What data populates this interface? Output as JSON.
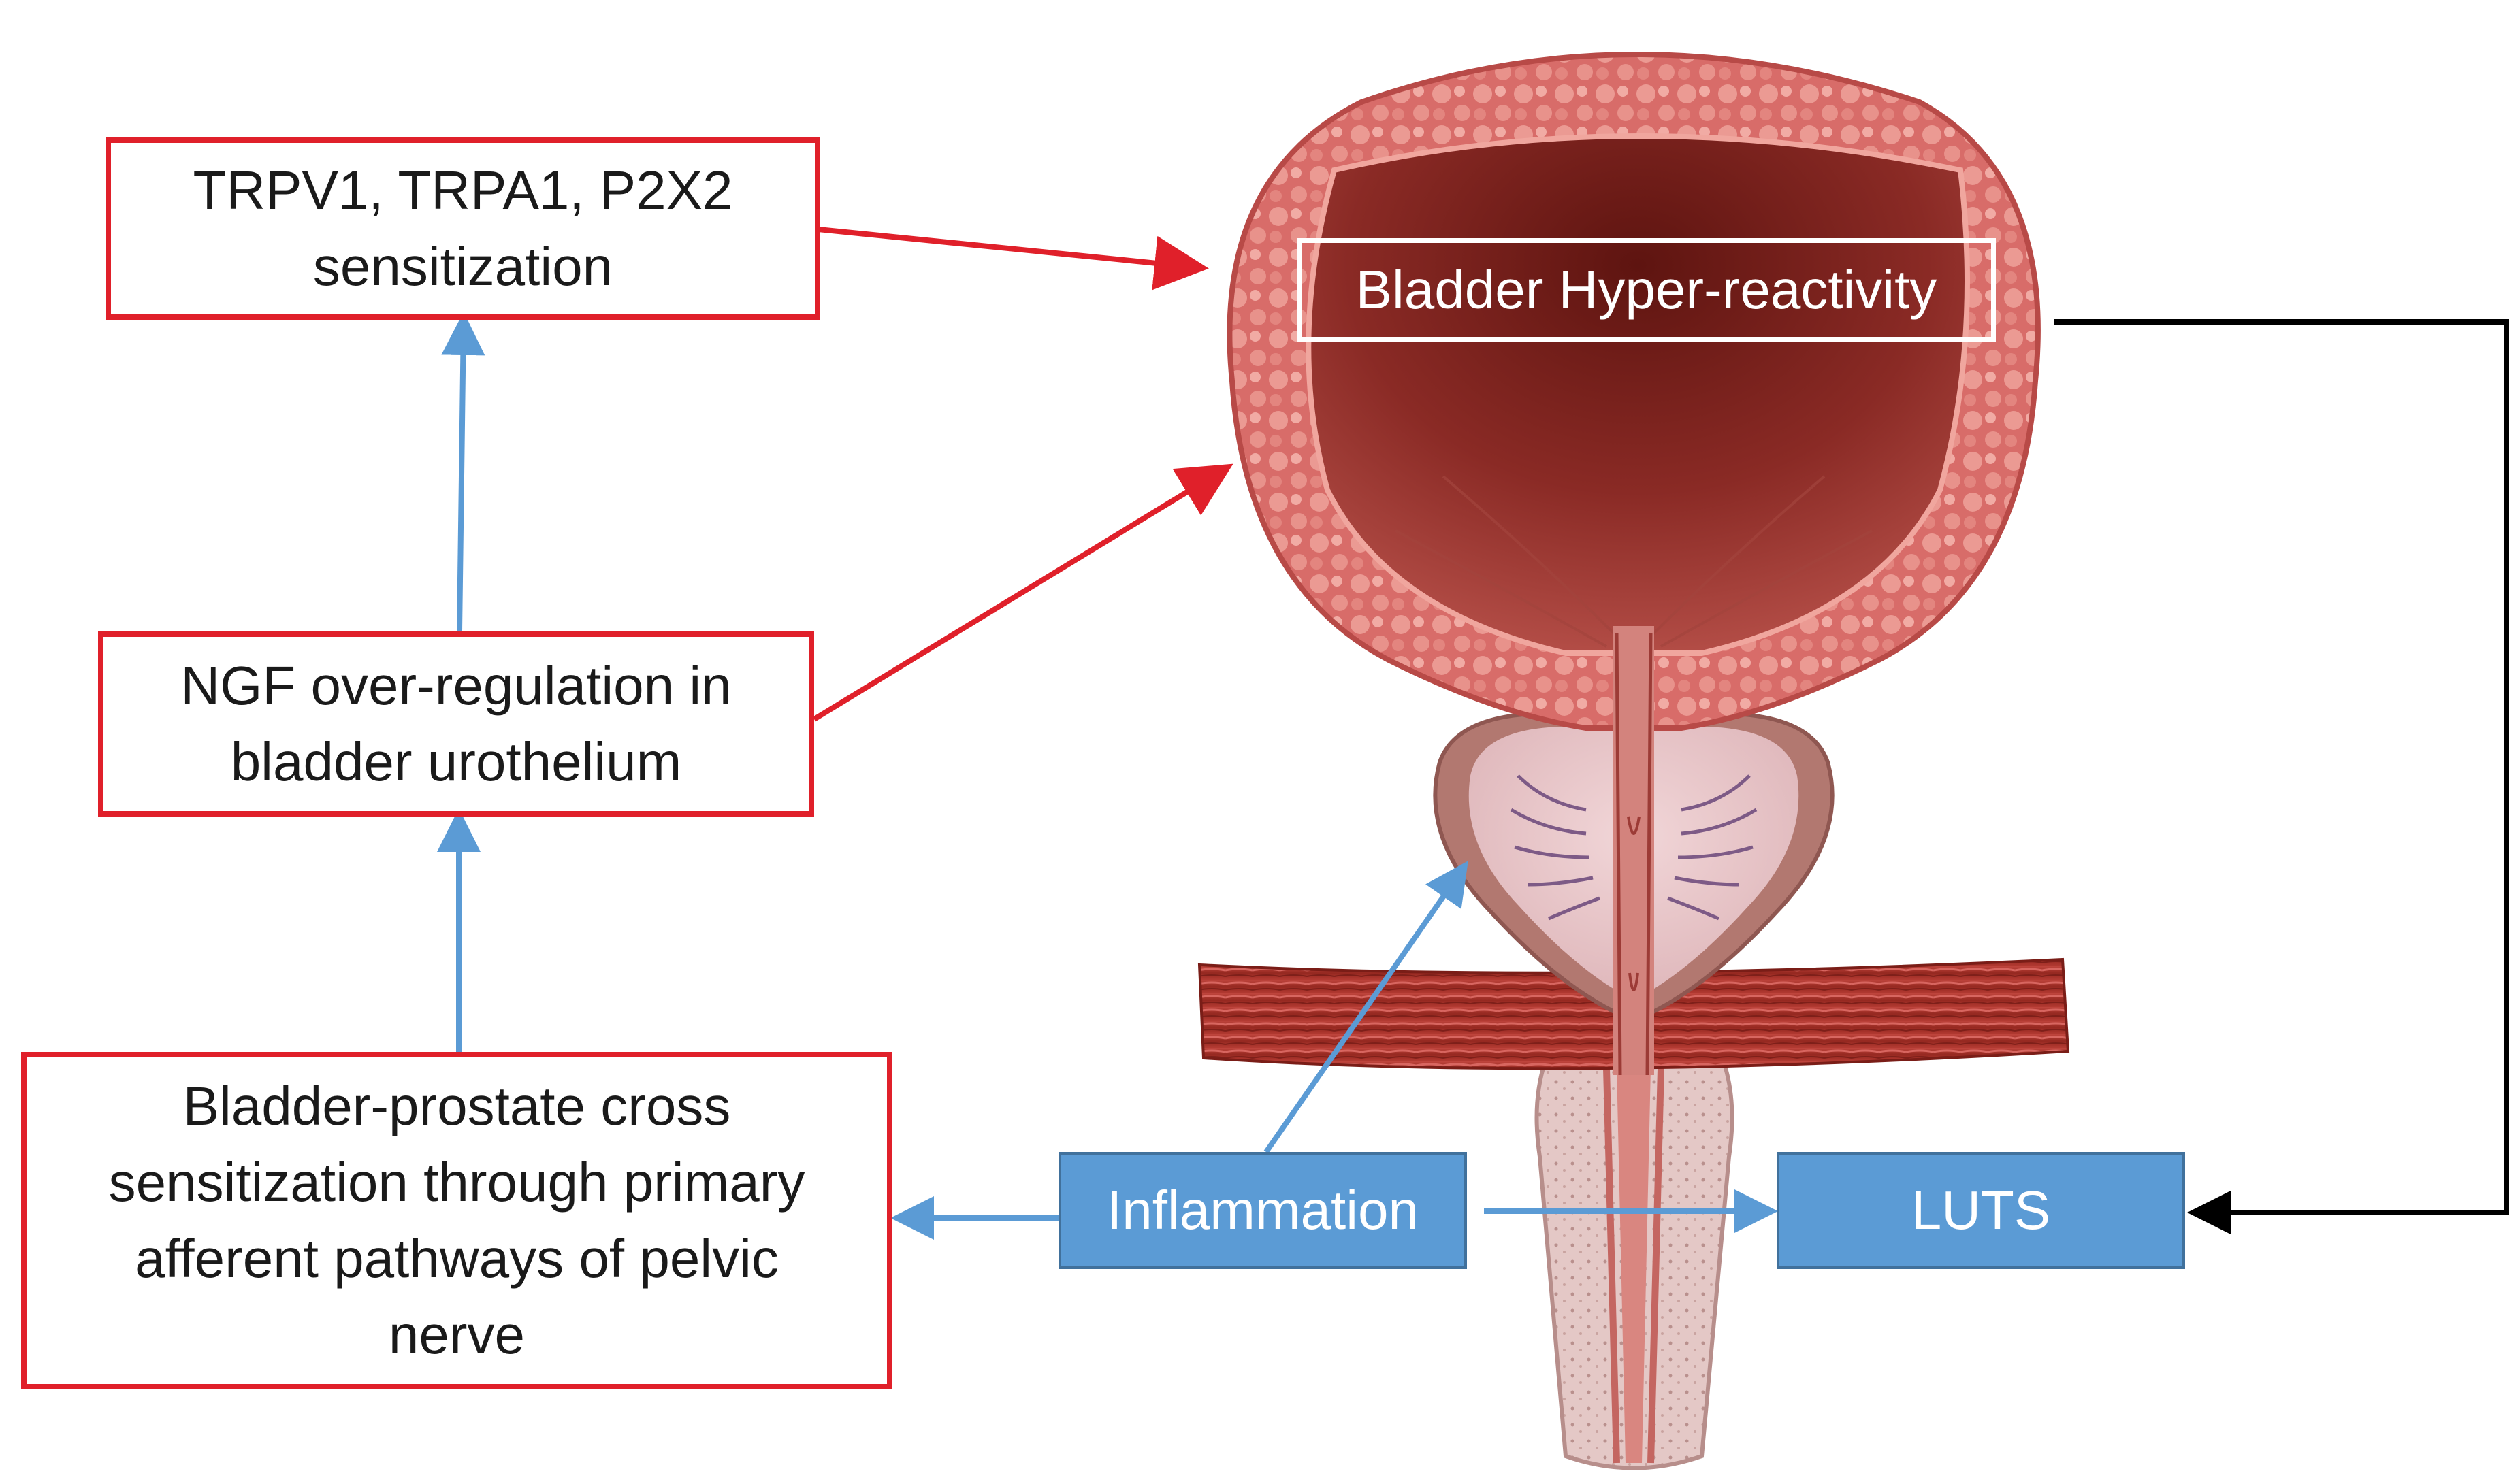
{
  "boxes": {
    "trp": "TRPV1, TRPA1, P2X2\nsensitization",
    "ngf": "NGF over-regulation in\nbladder urothelium",
    "cross": "Bladder-prostate cross\nsensitization through primary\nafferent pathways of pelvic\nnerve",
    "hyper": "Bladder Hyper-reactivity",
    "inflammation": "Inflammation",
    "luts": "LUTS"
  },
  "colors": {
    "red": "#e0202a",
    "blue": "#5b9bd5",
    "black": "#000000",
    "bladder_wall": "#d9706e",
    "bladder_lumen": "#7a1f1c",
    "prostate": "#e8c7c9",
    "muscle": "#a8322d"
  }
}
